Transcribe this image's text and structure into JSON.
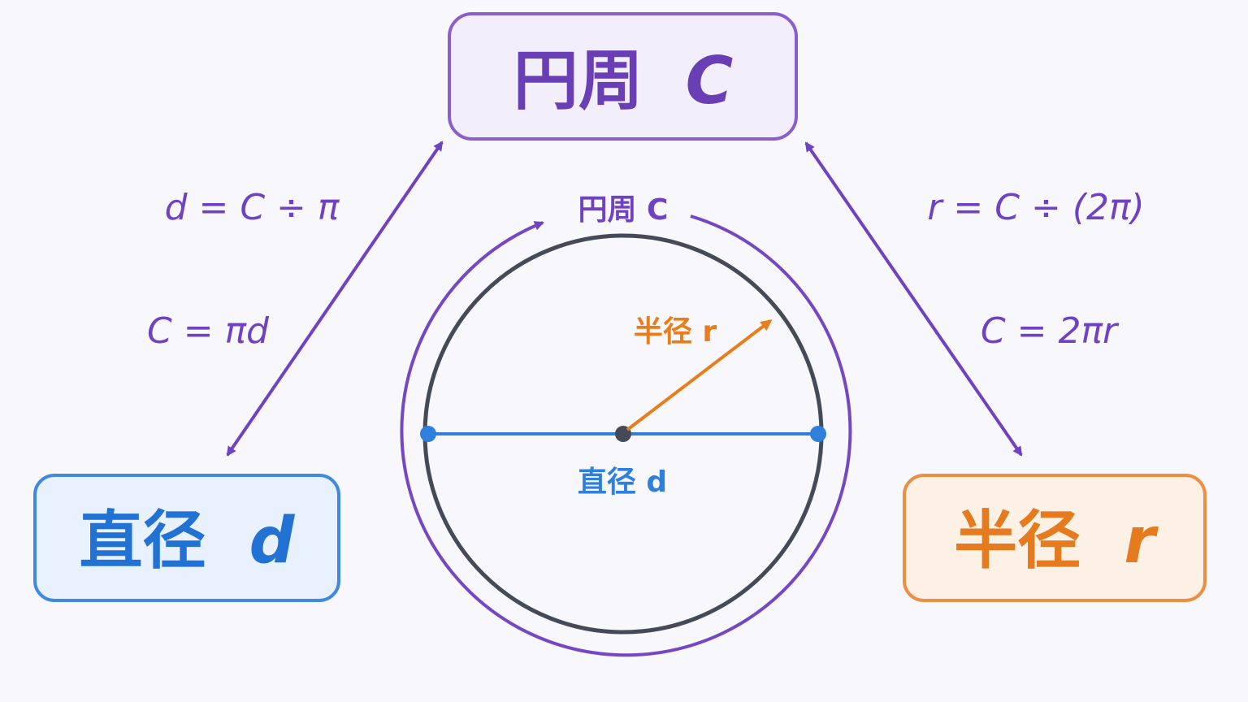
{
  "boxes": {
    "circumference": {
      "label_text": "円周",
      "symbol": "C",
      "color": "#6a3fb5",
      "fill": "#f2eefb",
      "border": "#8d63c9"
    },
    "diameter": {
      "label_text": "直径",
      "symbol": "d",
      "color": "#2272d4",
      "fill": "#e9f2fc",
      "border": "#3f8ae0"
    },
    "radius": {
      "label_text": "半径",
      "symbol": "r",
      "color": "#e57a1f",
      "fill": "#fdf1e6",
      "border": "#ec9045"
    }
  },
  "formulas": {
    "d_from_C": "d = C ÷ π",
    "C_from_d": "C = πd",
    "r_from_C": "r = C ÷ (2π)",
    "C_from_r": "C = 2πr"
  },
  "circle_labels": {
    "circumference": "円周 C",
    "radius": "半径 r",
    "diameter": "直径 d"
  },
  "colors": {
    "purple": "#6f42c1",
    "blue": "#2f7fdc",
    "orange": "#e97d1b",
    "circle": "#444a57"
  }
}
